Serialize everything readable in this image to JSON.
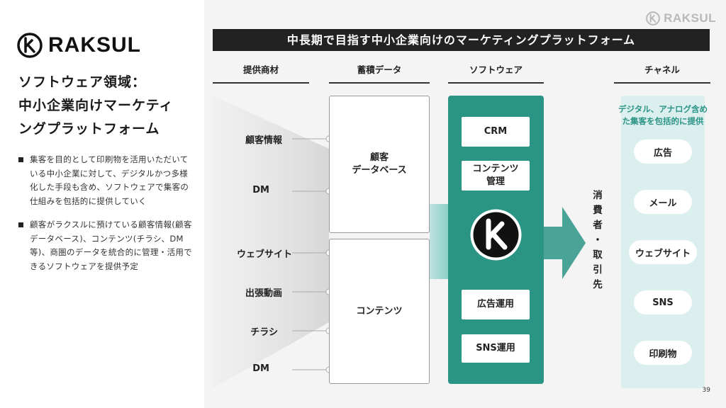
{
  "brand": {
    "name": "RAKSUL",
    "accent_color": "#2a9485",
    "light_accent_color": "#dcefef"
  },
  "slide": {
    "title_line1": "ソフトウェア領域：",
    "title_line2": "中小企業向けマーケティ",
    "title_line3": "ングプラットフォーム",
    "bullets": [
      "集客を目的として印刷物を活用いただいている中小企業に対して、デジタルかつ多様化した手段も含め、ソフトウェアで集客の仕組みを包括的に提供していく",
      "顧客がラクスルに預けている顧客情報(顧客データベース)、コンテンツ(チラシ、DM 等)、商圏のデータを統合的に管理・活用できるソフトウェアを提供予定"
    ],
    "page_number": "39"
  },
  "diagram": {
    "banner": "中長期で目指す中小企業向けのマーケティングプラットフォーム",
    "columns": {
      "sources": "提供商材",
      "data": "蓄積データ",
      "software": "ソフトウェア",
      "channels": "チャネル"
    },
    "sources": [
      "顧客情報",
      "DM",
      "ウェブサイト",
      "出張動画",
      "チラシ",
      "DM"
    ],
    "data_boxes": {
      "customer_db_line1": "顧客",
      "customer_db_line2": "データベース",
      "contents": "コンテンツ"
    },
    "software_items": {
      "crm": "CRM",
      "contents_mgmt_line1": "コンテンツ",
      "contents_mgmt_line2": "管理",
      "ad_ops": "広告運用",
      "sns_ops": "SNS運用"
    },
    "consumer_label": [
      "消",
      "費",
      "者",
      "・",
      "取",
      "引",
      "先"
    ],
    "channel_note_line1": "デジタル、アナログ含め",
    "channel_note_line2": "た集客を包括的に提供",
    "channels": [
      "広告",
      "メール",
      "ウェブサイト",
      "SNS",
      "印刷物"
    ]
  }
}
